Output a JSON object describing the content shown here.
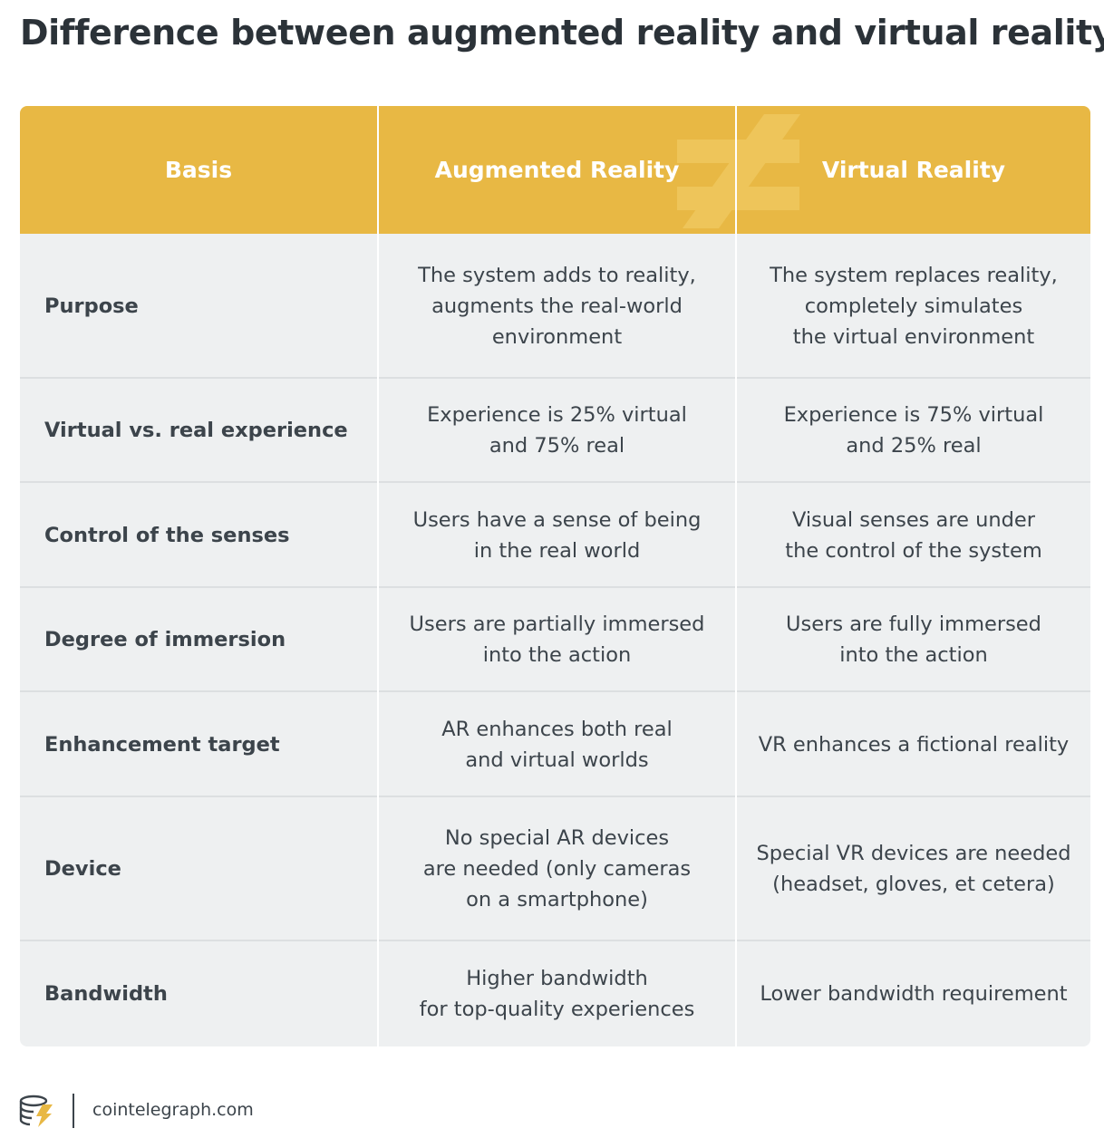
{
  "title": "Difference between augmented reality and virtual reality",
  "header": {
    "basis": "Basis",
    "ar": "Augmented Reality",
    "vr": "Virtual Reality"
  },
  "rows": [
    {
      "basis": "Purpose",
      "ar": "The system adds to reality,\naugments the real-world\nenvironment",
      "vr": "The system replaces reality,\ncompletely simulates\nthe virtual environment"
    },
    {
      "basis": "Virtual vs. real experience",
      "ar": "Experience is 25% virtual\nand 75% real",
      "vr": "Experience is 75% virtual\nand 25% real"
    },
    {
      "basis": "Control of the senses",
      "ar": "Users have a sense of being\nin the real world",
      "vr": "Visual senses are under\nthe control of the system"
    },
    {
      "basis": "Degree of immersion",
      "ar": "Users are partially immersed\ninto the action",
      "vr": "Users are fully immersed\ninto the action"
    },
    {
      "basis": "Enhancement target",
      "ar": "AR enhances both real\nand virtual worlds",
      "vr": "VR enhances a fictional reality"
    },
    {
      "basis": "Device",
      "ar": "No special AR devices\nare needed (only cameras\non a smartphone)",
      "vr": "Special VR devices are needed\n(headset, gloves, et cetera)"
    },
    {
      "basis": "Bandwidth",
      "ar": "Higher bandwidth\nfor top-quality experiences",
      "vr": "Lower bandwidth requirement"
    }
  ],
  "colors": {
    "header_bg": "#e8b844",
    "row_bg": "#eef0f1",
    "text": "#2b3238"
  },
  "icons": {
    "header_decoration": "not-equal-icon",
    "footer_logo": "cointelegraph-logo-icon"
  },
  "footer": {
    "site": "cointelegraph.com"
  }
}
